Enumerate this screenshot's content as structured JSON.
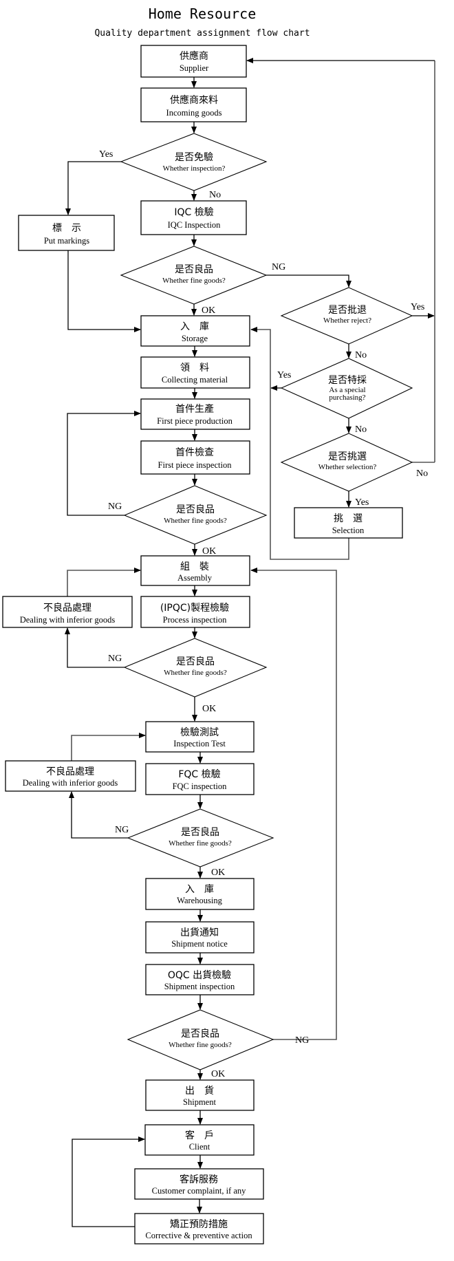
{
  "header": {
    "title": "Home Resource",
    "subtitle": "Quality department assignment flow chart"
  },
  "nodes": {
    "supplier": {
      "zh": "供應商",
      "en": "Supplier"
    },
    "incoming": {
      "zh": "供應商來料",
      "en": "Incoming goods"
    },
    "d_exempt": {
      "zh": "是否免驗",
      "en": "Whether inspection?"
    },
    "markings": {
      "zh": "標　示",
      "en": "Put markings"
    },
    "iqc": {
      "zh": "IQC 檢驗",
      "en": "IQC Inspection"
    },
    "d_iqc_fine": {
      "zh": "是否良品",
      "en": "Whether fine goods?"
    },
    "d_reject": {
      "zh": "是否批退",
      "en": "Whether reject?"
    },
    "d_special": {
      "zh": "是否特採",
      "en1": "As a special",
      "en2": "purchasing?"
    },
    "d_select": {
      "zh": "是否挑選",
      "en": "Whether selection?"
    },
    "selection": {
      "zh": "挑　選",
      "en": "Selection"
    },
    "storage": {
      "zh": "入　庫",
      "en": "Storage"
    },
    "collecting": {
      "zh": "領　料",
      "en": "Collecting material"
    },
    "fp_production": {
      "zh": "首件生產",
      "en": "First piece production"
    },
    "fp_inspection": {
      "zh": "首件檢查",
      "en": "First piece inspection"
    },
    "d_fp_fine": {
      "zh": "是否良品",
      "en": "Whether fine goods?"
    },
    "assembly": {
      "zh": "組　裝",
      "en": "Assembly"
    },
    "ipqc": {
      "zh": "(IPQC)製程檢驗",
      "en": "Process inspection"
    },
    "inferior1": {
      "zh": "不良品處理",
      "en": "Dealing with inferior goods"
    },
    "d_ipqc_fine": {
      "zh": "是否良品",
      "en": "Whether fine goods?"
    },
    "insp_test": {
      "zh": "檢驗測試",
      "en": "Inspection Test"
    },
    "fqc": {
      "zh": "FQC 檢驗",
      "en": "FQC inspection"
    },
    "inferior2": {
      "zh": "不良品處理",
      "en": "Dealing with inferior goods"
    },
    "d_fqc_fine": {
      "zh": "是否良品",
      "en": "Whether fine goods?"
    },
    "warehousing": {
      "zh": "入　庫",
      "en": "Warehousing"
    },
    "ship_notice": {
      "zh": "出貨通知",
      "en": "Shipment notice"
    },
    "oqc": {
      "zh": "OQC 出貨檢驗",
      "en": "Shipment inspection"
    },
    "d_oqc_fine": {
      "zh": "是否良品",
      "en": "Whether fine goods?"
    },
    "shipment": {
      "zh": "出　貨",
      "en": "Shipment"
    },
    "client": {
      "zh": "客　戶",
      "en": "Client"
    },
    "complaint": {
      "zh": "客訴服務",
      "en": "Customer complaint, if any"
    },
    "corrective": {
      "zh": "矯正預防措施",
      "en": "Corrective & preventive action"
    }
  },
  "edge_labels": {
    "yes": "Yes",
    "no": "No",
    "ok": "OK",
    "ng": "NG"
  }
}
